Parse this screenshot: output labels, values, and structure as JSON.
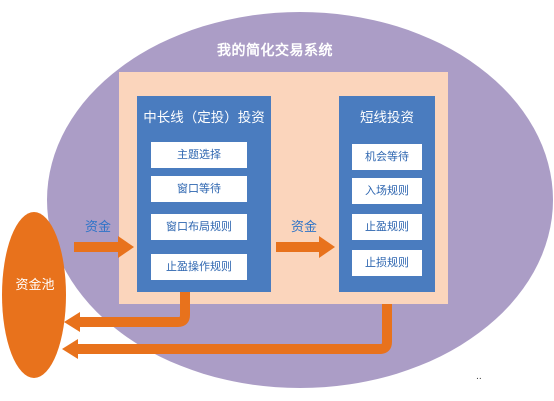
{
  "system": {
    "title": "我的简化交易系统"
  },
  "long_term": {
    "title": "中长线（定投）投资",
    "items": [
      "主题选择",
      "窗口等待",
      "窗口布局规则",
      "止盈操作规则"
    ]
  },
  "short_term": {
    "title": "短线投资",
    "items": [
      "机会等待",
      "入场规则",
      "止盈规则",
      "止损规则"
    ]
  },
  "flows": {
    "capital_in": "资金",
    "capital_transfer": "资金"
  },
  "pool": {
    "label": "资金池"
  },
  "colors": {
    "ellipse": "#ab9dc6",
    "inner_box": "#fbd5bc",
    "panel": "#4a7cbf",
    "arrow": "#e8721c",
    "pool": "#e8721c",
    "item_text": "#2e66b0",
    "flow_text": "#2e74c8"
  }
}
